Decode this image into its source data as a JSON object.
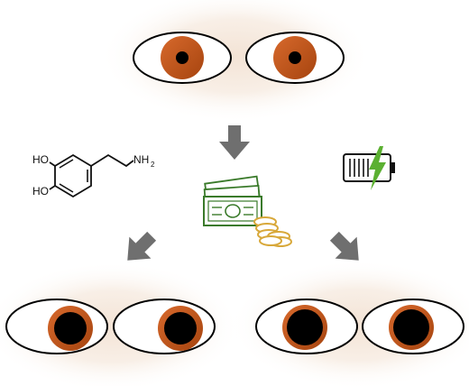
{
  "molecule": {
    "hydroxyl_top": "HO",
    "hydroxyl_bottom": "HO",
    "amine": "NH",
    "amine_subscript": "2"
  },
  "icons": {
    "molecule": "dopamine-structure-icon",
    "battery": "battery-charging-icon",
    "money": "money-cash-coins-icon",
    "arrows": "arrow-down-icon"
  },
  "colors": {
    "iris": "#c4541c",
    "pupil": "#000000",
    "glow": "#f3e3d5",
    "arrow": "#6f6f6f",
    "money": "#3a7a2a",
    "coins": "#d8a83a",
    "bolt": "#5bb031"
  },
  "states": {
    "top": {
      "pupil_size": "small"
    },
    "bottom_left": {
      "pupil_size": "dilated"
    },
    "bottom_right": {
      "pupil_size": "dilated"
    }
  }
}
